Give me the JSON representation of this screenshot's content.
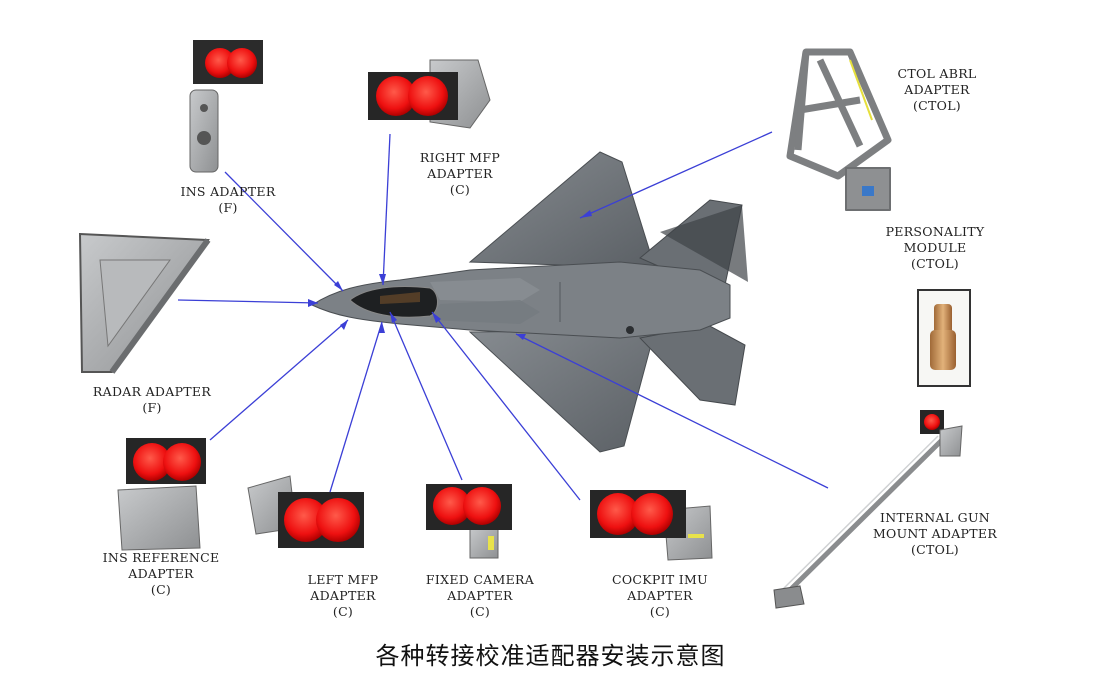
{
  "labels": {
    "ins_adapter": {
      "name": "INS ADAPTER",
      "config": "(F)"
    },
    "right_mfp": {
      "line1": "RIGHT MFP",
      "line2": "ADAPTER",
      "config": "(C)"
    },
    "ctol_abrl": {
      "line1": "CTOL ABRL",
      "line2": "ADAPTER",
      "config": "(CTOL)"
    },
    "personality_module": {
      "line1": "PERSONALITY",
      "line2": "MODULE",
      "config": "(CTOL)"
    },
    "radar_adapter": {
      "name": "RADAR ADAPTER",
      "config": "(F)"
    },
    "ins_reference": {
      "line1": "INS REFERENCE",
      "line2": "ADAPTER",
      "config": "(C)"
    },
    "left_mfp": {
      "line1": "LEFT MFP",
      "line2": "ADAPTER",
      "config": "(C)"
    },
    "fixed_camera": {
      "line1": "FIXED CAMERA",
      "line2": "ADAPTER",
      "config": "(C)"
    },
    "cockpit_imu": {
      "line1": "COCKPIT IMU",
      "line2": "ADAPTER",
      "config": "(C)"
    },
    "internal_gun": {
      "line1": "INTERNAL GUN",
      "line2": "MOUNT ADAPTER",
      "config": "(CTOL)"
    }
  },
  "caption": "各种转接校准适配器安装示意图",
  "colors": {
    "leader_line": "#3b3fd6",
    "target_red": "#ff1a1a",
    "metal_gray": "#9a9c9e",
    "aircraft_gray": "#6f7478"
  }
}
